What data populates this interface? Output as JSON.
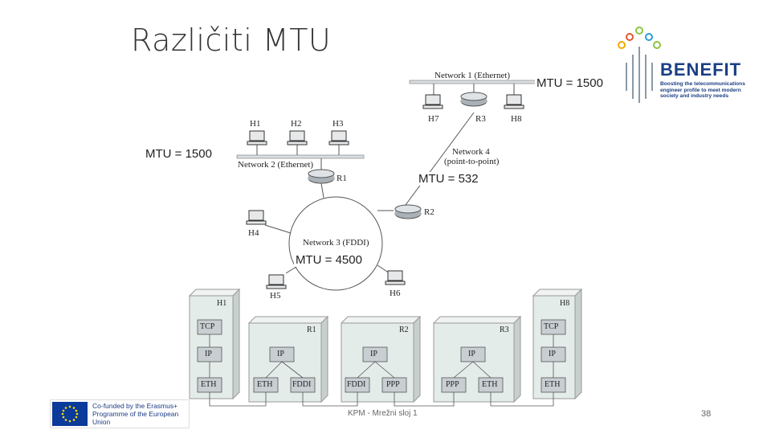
{
  "slide": {
    "title": "Različiti MTU",
    "footer": "KPM - Mrežni sloj 1",
    "page_number": "38"
  },
  "mtu_labels": {
    "net1": "MTU = 1500",
    "net2": "MTU = 1500",
    "net4": "MTU = 532",
    "net3": "MTU = 4500"
  },
  "networks": {
    "net1": "Network 1 (Ethernet)",
    "net2": "Network 2 (Ethernet)",
    "net3": "Network 3 (FDDI)",
    "net4_line1": "Network 4",
    "net4_line2": "(point-to-point)"
  },
  "hosts": {
    "h1": "H1",
    "h2": "H2",
    "h3": "H3",
    "h4": "H4",
    "h5": "H5",
    "h6": "H6",
    "h7": "H7",
    "h8": "H8"
  },
  "routers": {
    "r1": "R1",
    "r2": "R2",
    "r3": "R3"
  },
  "stack": {
    "nodes": [
      "H1",
      "R1",
      "R2",
      "R3",
      "H8"
    ],
    "h1": [
      "TCP",
      "IP",
      "ETH"
    ],
    "r1": [
      "IP",
      "ETH",
      "FDDI"
    ],
    "r2": [
      "IP",
      "FDDI",
      "PPP"
    ],
    "r3": [
      "IP",
      "PPP",
      "ETH"
    ],
    "h8": [
      "TCP",
      "IP",
      "ETH"
    ]
  },
  "benefit_logo": {
    "name": "BENEFIT",
    "tagline": "Boosting the telecommunications engineer profile to meet modern society and industry needs"
  },
  "eu_logo": {
    "text": "Co-funded by the Erasmus+ Programme of the European Union"
  }
}
